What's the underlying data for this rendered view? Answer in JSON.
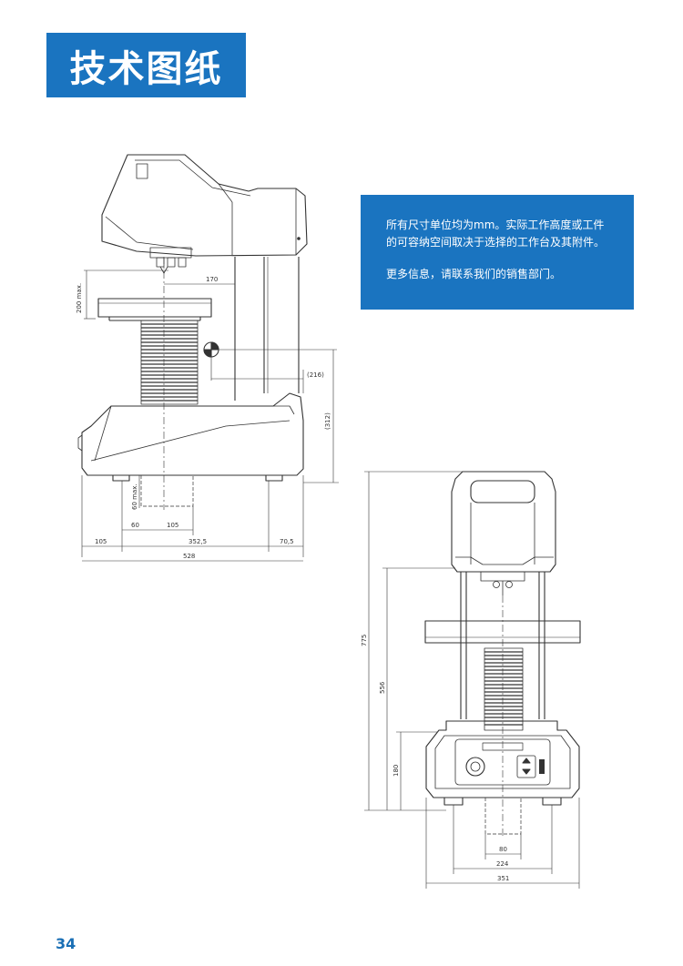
{
  "colors": {
    "brand_blue": "#1a74c0",
    "line": "#333333",
    "text_blue": "#1a6fb5"
  },
  "header": {
    "title": "技术图纸"
  },
  "info_box": {
    "paragraph_1_line_1": "所有尺寸单位均为mm。实际工作高度或工件",
    "paragraph_1_line_2": "的可容纳空间取决于选择的工作台及其附件。",
    "paragraph_2": "更多信息，请联系我们的销售部门。"
  },
  "side_view": {
    "dim_170": "170",
    "dim_200_max": "200 max.",
    "dim_216": "(216)",
    "dim_312": "(312)",
    "dim_60_max": "60 max.",
    "dim_60": "60",
    "dim_105_inner": "105",
    "dim_105": "105",
    "dim_352_5": "352,5",
    "dim_70_5": "70,5",
    "dim_528": "528"
  },
  "front_view": {
    "dim_775": "775",
    "dim_556": "556",
    "dim_180": "180",
    "dim_80": "80",
    "dim_224": "224",
    "dim_351": "351"
  },
  "footer": {
    "page_number": "34"
  }
}
